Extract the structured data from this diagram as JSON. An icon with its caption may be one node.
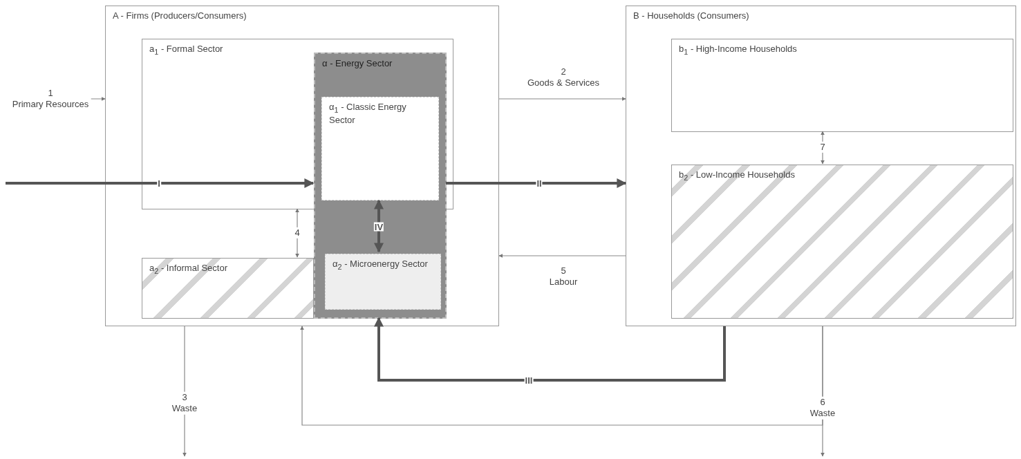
{
  "diagram": {
    "nodes": [
      {
        "text": [
          "A - Firms (Producers/Consumers)"
        ]
      },
      {
        "text": [
          "a$_{1}$ - Formal Sector"
        ],
        "in": 0
      },
      {
        "text": [
          "a$_{2}$ - Informal Sector"
        ],
        "in": 0
      },
      {
        "text": [
          "α - Energy Sector"
        ],
        "in": 0
      },
      {
        "text": [
          "α$_{1}$ - Classic Energy Sector"
        ]
      },
      {
        "text": [
          "α$_{2}$ - Microenergy Sector"
        ],
        "in": 3
      },
      {
        "text": [
          "B - Households (Consumers)"
        ]
      },
      {
        "text": [
          "b$_{1}$ - High-Income Households"
        ],
        "in": 6
      },
      {
        "text": [
          "b$_{2}$ - Low-Income Households"
        ],
        "in": 6
      }
    ],
    "edges": [
      {
        "from": null,
        "to": 0,
        "arrow": "to",
        "label": "1 Primary Resources"
      },
      {
        "from": null,
        "to": 3,
        "arrow": "to",
        "label": "I",
        "style": "thick"
      },
      {
        "from": 0,
        "to": 6,
        "arrow": "to",
        "label": "2 Goods & Services"
      },
      {
        "from": 3,
        "to": 6,
        "arrow": "to",
        "label": "II",
        "style": "thick"
      },
      {
        "from": 1,
        "to": 2,
        "arrow": "both",
        "label": "4"
      },
      {
        "from": 4,
        "to": 5,
        "arrow": "both",
        "label": "IV",
        "style": "thick"
      },
      {
        "from": 7,
        "to": 8,
        "arrow": "both",
        "label": "7"
      },
      {
        "from": 6,
        "to": 0,
        "arrow": "to",
        "label": "5 Labour"
      },
      {
        "from": 0,
        "to": null,
        "arrow": "to",
        "label": "3 Waste"
      },
      {
        "from": 6,
        "to": null,
        "arrow": "to",
        "label": "6 Waste"
      },
      {
        "from": 6,
        "to": 3,
        "arrow": "to",
        "label": "III",
        "style": "thick"
      },
      {
        "from": 6,
        "to": 0,
        "arrow": "to"
      }
    ]
  }
}
